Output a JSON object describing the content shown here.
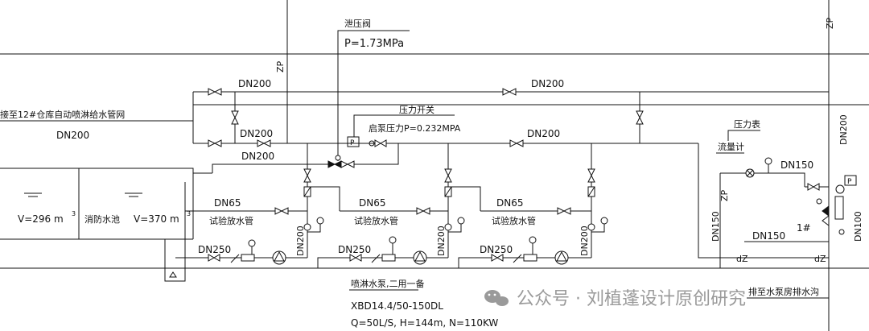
{
  "labels": {
    "relief_valve": "泄压阀",
    "relief_pressure": "P=1.73MPa",
    "pressure_switch": "压力开关",
    "start_pressure": "启泵压力P=0.232MPA",
    "supply_to_network": "接至12#仓库自动喷淋给水管网",
    "dn200": "DN200",
    "dn65": "DN65",
    "dn250": "DN250",
    "dn150": "DN150",
    "dn100": "DN100",
    "zp": "ZP",
    "test_drain": "试验放水管",
    "tank_volume_1": "V=296  m",
    "tank_volume_2": "V=370  m",
    "cube_sup": "3",
    "fire_pool": "消防水池",
    "pressure_gauge": "压力表",
    "flow_meter": "流量计",
    "no1": "1#",
    "dz": "dZ",
    "pump_room_drain": "排至水泵房排水沟",
    "pump_title": "喷淋水泵,二用一备",
    "pump_model": "XBD14.4/50-150DL",
    "pump_params": "Q=50L/S, H=144m, N=110KW",
    "p_letter": "P"
  },
  "watermark": {
    "text": "公众号 · 刘植蓬设计原创研究",
    "color": "#9a9a9a"
  }
}
